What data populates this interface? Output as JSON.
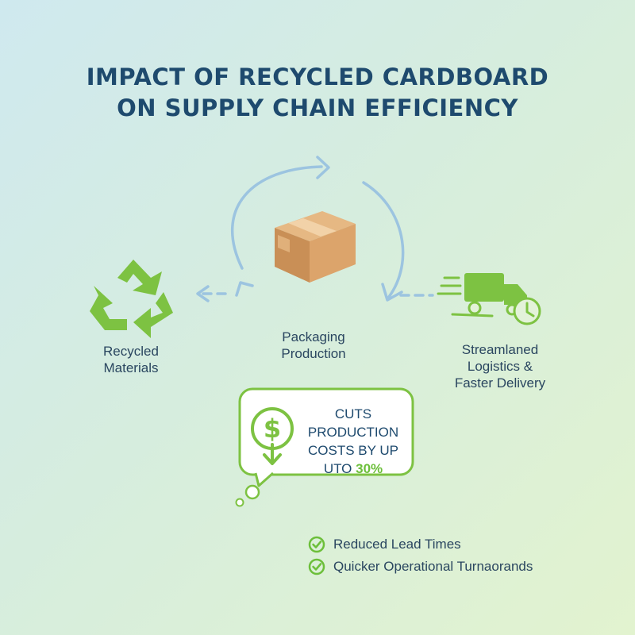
{
  "title": {
    "line1": "IMPACT OF RECYCLED CARDBOARD",
    "line2": "ON SUPPLY CHAIN EFFICIENCY"
  },
  "nodes": {
    "recycled": {
      "line1": "Recycled",
      "line2": "Materials",
      "icon": "recycle-icon"
    },
    "packaging": {
      "line1": "Packaging",
      "line2": "Production",
      "icon": "cardboard-box-icon"
    },
    "logistics": {
      "line1": "Streamlaned",
      "line2": "Logistics &",
      "line3": "Faster Delivery",
      "icon": "delivery-truck-clock-icon"
    }
  },
  "callout": {
    "line1": "CUTS",
    "line2": "PRODUCTION",
    "line3": "COSTS BY UP",
    "line4_prefix": "UTO ",
    "line4_value": "30%",
    "icon": "dollar-pin-icon"
  },
  "benefits": [
    {
      "label": "Reduced Lead Times",
      "icon": "check-circle-icon"
    },
    {
      "label": "Quicker Operational Turnaorands",
      "icon": "check-circle-icon"
    }
  ],
  "colors": {
    "background_start": "#cfe9ef",
    "background_end": "#e2f3cf",
    "title": "#1e4a6e",
    "accent_green": "#6cbf3a",
    "arrow_blue": "#9cc4e0",
    "cardboard": "#d9a46a"
  }
}
